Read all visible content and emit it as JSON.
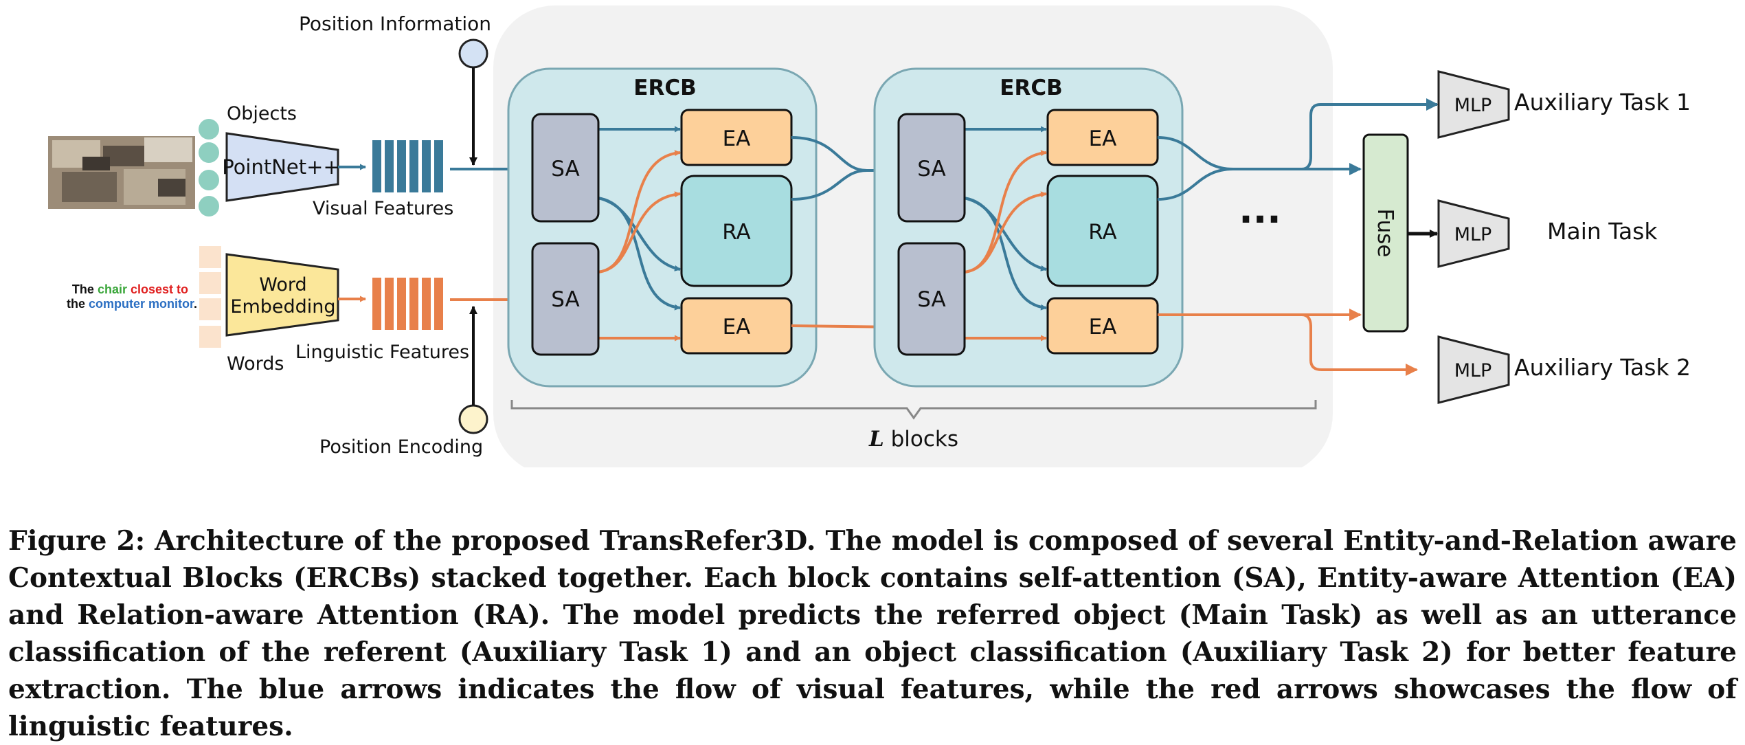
{
  "diagram": {
    "inputs": {
      "position_information": "Position Information",
      "position_encoding": "Position Encoding",
      "objects": "Objects",
      "words": "Words",
      "sentence": {
        "w1": "The ",
        "w2": "chair",
        "w3": " closest to",
        "w4": "the ",
        "w5": "computer monitor",
        "w6": "."
      },
      "pointnet": "PointNet++",
      "word_embedding_line1": "Word",
      "word_embedding_line2": "Embedding",
      "visual_features": "Visual Features",
      "linguistic_features": "Linguistic Features"
    },
    "blocks": [
      {
        "title": "ERCB",
        "sa_top": "SA",
        "sa_bottom": "SA",
        "ea_top": "EA",
        "ra": "RA",
        "ea_bottom": "EA"
      },
      {
        "title": "ERCB",
        "sa_top": "SA",
        "sa_bottom": "SA",
        "ea_top": "EA",
        "ra": "RA",
        "ea_bottom": "EA"
      }
    ],
    "ellipsis": "...",
    "l_var": "L",
    "l_blocks": " blocks",
    "fuse": "Fuse",
    "heads": [
      {
        "mlp": "MLP",
        "task": "Auxiliary Task 1"
      },
      {
        "mlp": "MLP",
        "task": "Main Task"
      },
      {
        "mlp": "MLP",
        "task": "Auxiliary Task 2"
      }
    ],
    "colors": {
      "visual_flow": "#3a7a99",
      "linguistic_flow": "#e8804a",
      "ercb_fill": "#cfe8ec",
      "backdrop": "#f2f2f2",
      "sa_fill": "#b8bfcf",
      "ea_fill": "#fdd09a",
      "ra_fill": "#a8dde0",
      "fuse_fill": "#d6ead0",
      "mlp_fill": "#e4e4e4",
      "pointnet_fill": "#d4e0f4",
      "word_embedding_fill": "#fbe79a",
      "object_dot": "#8ecfc0",
      "word_token": "#fbe3cd",
      "pos_info_circle": "#d4e2f4",
      "pos_enc_circle": "#fdf3cc"
    }
  },
  "caption": "Figure 2: Architecture of the proposed TransRefer3D. The model is composed of several Entity-and-Relation aware Contextual Blocks (ERCBs) stacked together. Each block contains self-attention (SA), Entity-aware Attention (EA) and Relation-aware Attention (RA). The model predicts the referred object (Main Task) as well as an utterance classification of the referent (Auxiliary Task 1) and an object classification (Auxiliary Task 2) for better feature extraction. The blue arrows indicates the flow of visual features, while the red arrows showcases the flow of linguistic features."
}
